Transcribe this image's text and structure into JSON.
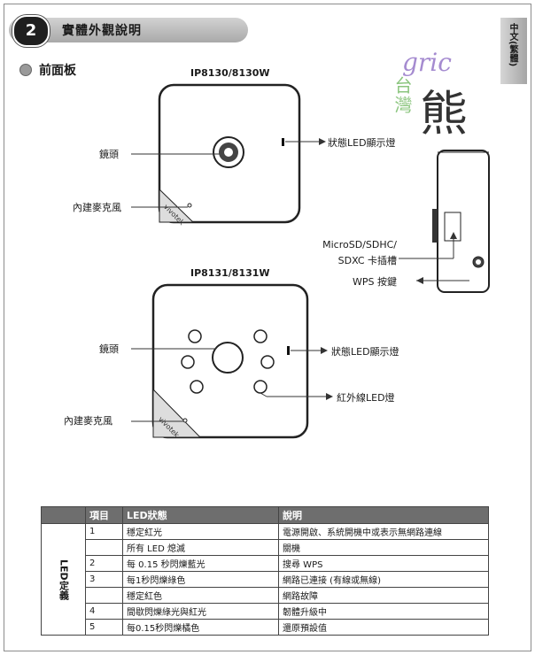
{
  "header": {
    "number": "2",
    "title": "實體外觀說明"
  },
  "side_tab": "中文(繁體)",
  "section": {
    "title": "前面板"
  },
  "watermark": {
    "latin": "gric",
    "vertical": "台灣",
    "bear": "熊"
  },
  "device1": {
    "model": "IP8130/8130W",
    "labels": {
      "lens": "鏡頭",
      "mic": "內建麥克風",
      "status_led": "狀態LED顯示燈"
    }
  },
  "side_view": {
    "labels": {
      "sd_line1": "MicroSD/SDHC/",
      "sd_line2": "SDXC 卡插槽",
      "wps": "WPS 按鍵"
    }
  },
  "device2": {
    "model": "IP8131/8131W",
    "labels": {
      "lens": "鏡頭",
      "mic": "內建麥克風",
      "status_led": "狀態LED顯示燈",
      "ir_led": "紅外線LED燈"
    }
  },
  "led_table": {
    "side_label": "LED定義",
    "headers": [
      "項目",
      "LED狀態",
      "說明"
    ],
    "rows": [
      {
        "item": "1",
        "state": "穩定紅光",
        "desc": "電源開啟、系統開機中或表示無網路連線"
      },
      {
        "item": "",
        "state": "所有 LED 熄滅",
        "desc": "關機"
      },
      {
        "item": "2",
        "state": "每 0.15 秒閃爍藍光",
        "desc": "搜尋 WPS"
      },
      {
        "item": "3",
        "state": "每1秒閃爍綠色",
        "desc": "網路已連接 (有線或無線)"
      },
      {
        "item": "",
        "state": "穩定紅色",
        "desc": "網路故障"
      },
      {
        "item": "4",
        "state": "間歇閃爍綠光與紅光",
        "desc": "韌體升級中"
      },
      {
        "item": "5",
        "state": "每0.15秒閃爍橘色",
        "desc": "還原預設值"
      }
    ]
  }
}
